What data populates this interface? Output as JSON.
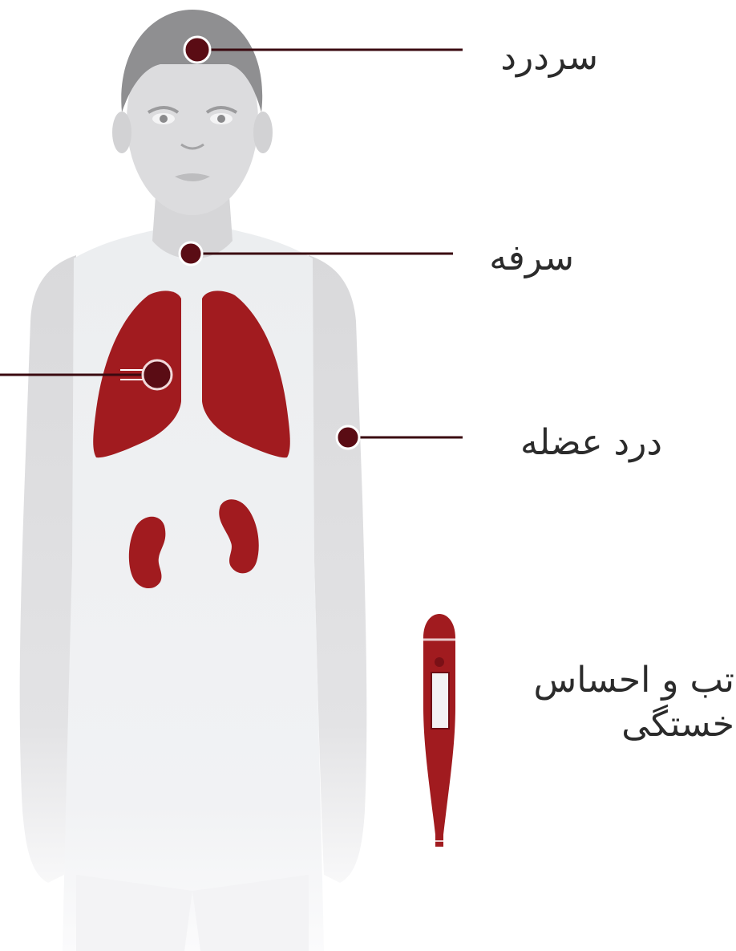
{
  "symptoms": {
    "headache": "سردرد",
    "cough": "سرفه",
    "muscle_pain": "درد عضله",
    "fever_line1": "تب و احساس",
    "fever_line2": "خستگی"
  },
  "colors": {
    "organ": "#a11b1f",
    "marker": "#5a0c14",
    "leader_line": "#3a0a10",
    "body": "#e2e2e4",
    "torso": "#eeeff1",
    "hair": "#8f8f91",
    "label_text": "#2b2b2b"
  },
  "icons": [
    "lungs-icon",
    "kidneys-icon",
    "thermometer-icon"
  ]
}
